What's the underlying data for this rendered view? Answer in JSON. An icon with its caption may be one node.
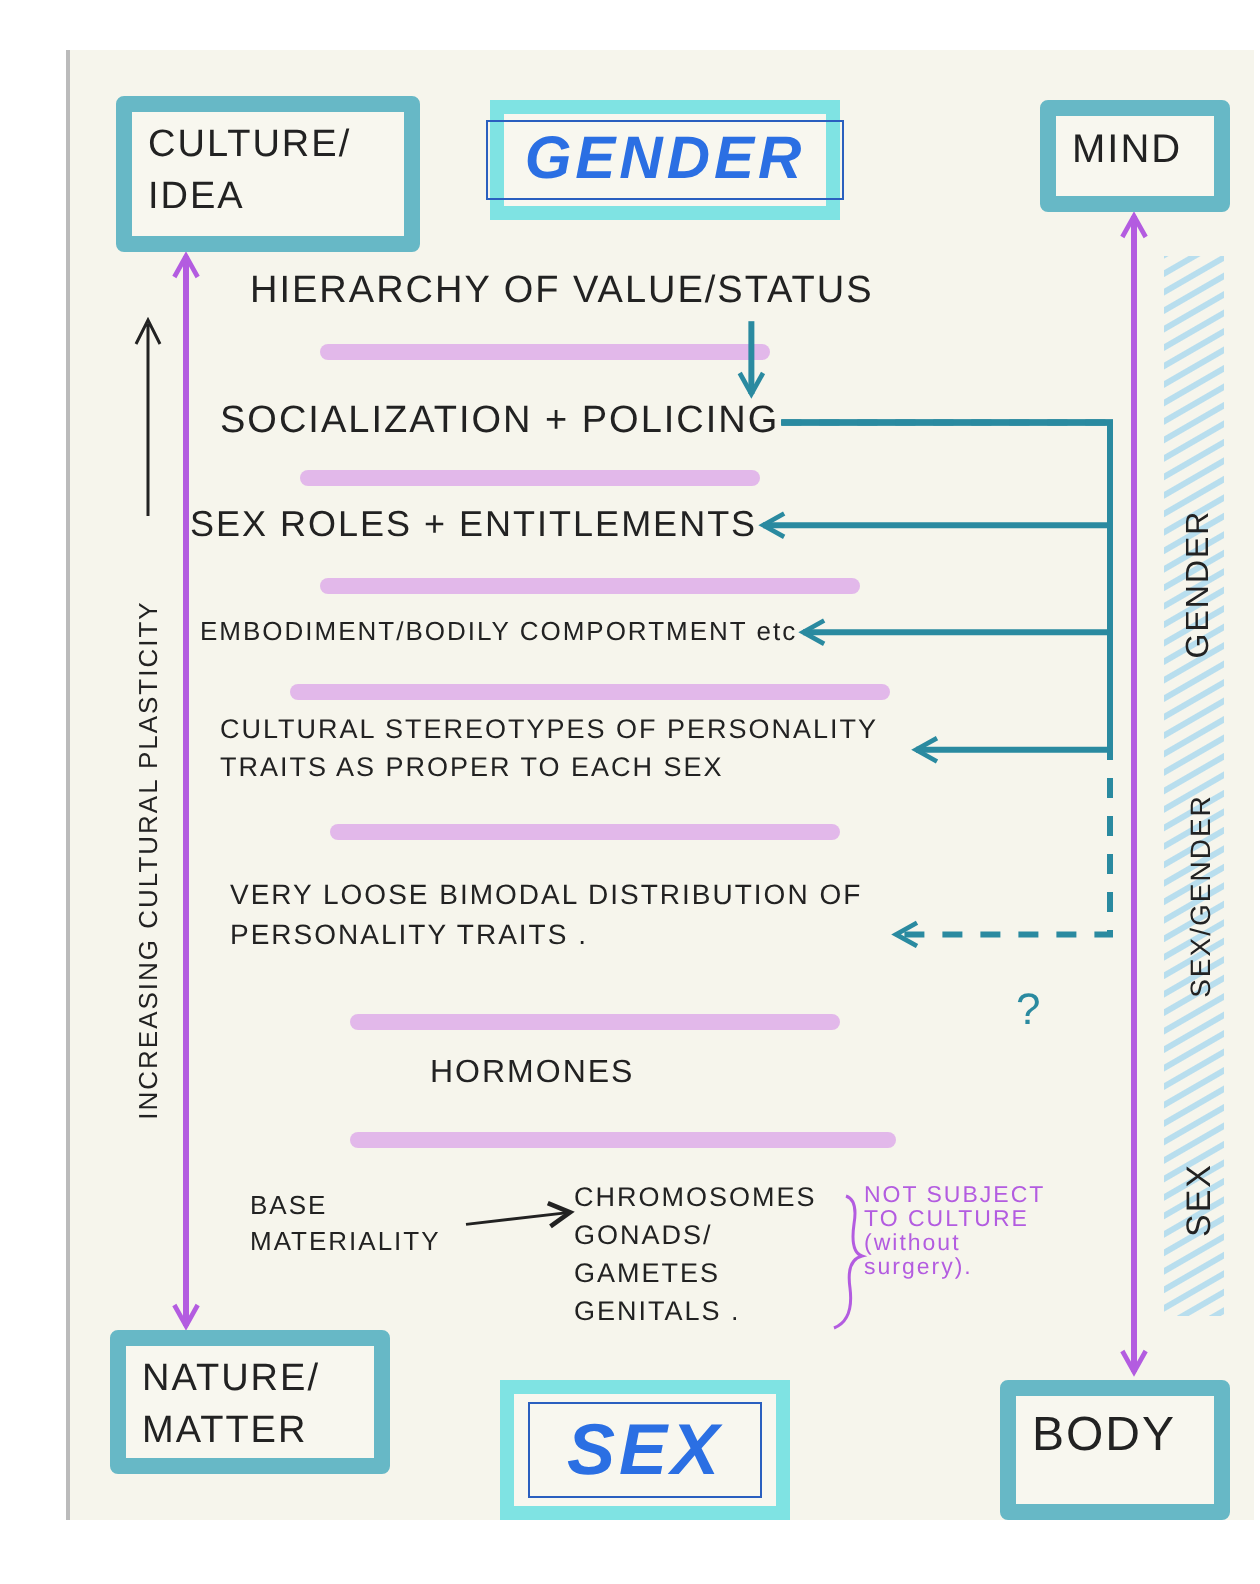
{
  "diagram": {
    "nodes": [
      {
        "text": [
          "CULTURE/ IDEA"
        ]
      },
      {
        "text": [
          "GENDER"
        ]
      },
      {
        "text": [
          "MIND"
        ]
      },
      {
        "text": [
          "NATURE/ MATTER"
        ]
      },
      {
        "text": [
          "SEX"
        ]
      },
      {
        "text": [
          "BODY"
        ]
      },
      {
        "text": [
          "HIERARCHY OF VALUE/STATUS"
        ]
      },
      {
        "text": [
          "SOCIALIZATION + POLICING"
        ]
      },
      {
        "text": [
          "SEX ROLES + ENTITLEMENTS"
        ]
      },
      {
        "text": [
          "EMBODIMENT/BODILY COMPORTMENT etc"
        ]
      },
      {
        "text": [
          "CULTURAL STEREOTYPES OF PERSONALITY TRAITS AS PROPER TO EACH SEX"
        ]
      },
      {
        "text": [
          "VERY LOOSE BIMODAL DISTRIBUTION OF PERSONALITY TRAITS ."
        ]
      },
      {
        "text": [
          "BASE MATERIALITY"
        ]
      },
      {
        "text": [
          "CHROMOSOMES GONADS/ GAMETES GENITALS ."
        ]
      }
    ],
    "edges": [
      {
        "from": 6,
        "to": 7,
        "arrow": "to"
      },
      {
        "from": 7,
        "to": 8,
        "arrow": "to"
      },
      {
        "from": 7,
        "to": 9,
        "arrow": "to"
      },
      {
        "from": 7,
        "to": 10,
        "arrow": "to"
      },
      {
        "from": 7,
        "to": 11,
        "arrow": "to",
        "style": "dashed"
      },
      {
        "from": 12,
        "to": 13,
        "arrow": "to",
        "color": "#222222"
      },
      {
        "from": 0,
        "to": 3,
        "arrow": "both",
        "color": "#b35ce0"
      },
      {
        "from": 2,
        "to": 5,
        "arrow": "both",
        "color": "#b35ce0"
      }
    ],
    "labels": [
      "INCREASING CULTURAL PLASTICITY",
      "GENDER",
      "SEX/GENDER",
      "?",
      "HORMONES",
      "NOT SUBJECT TO CULTURE (without surgery).",
      "SEX"
    ]
  }
}
